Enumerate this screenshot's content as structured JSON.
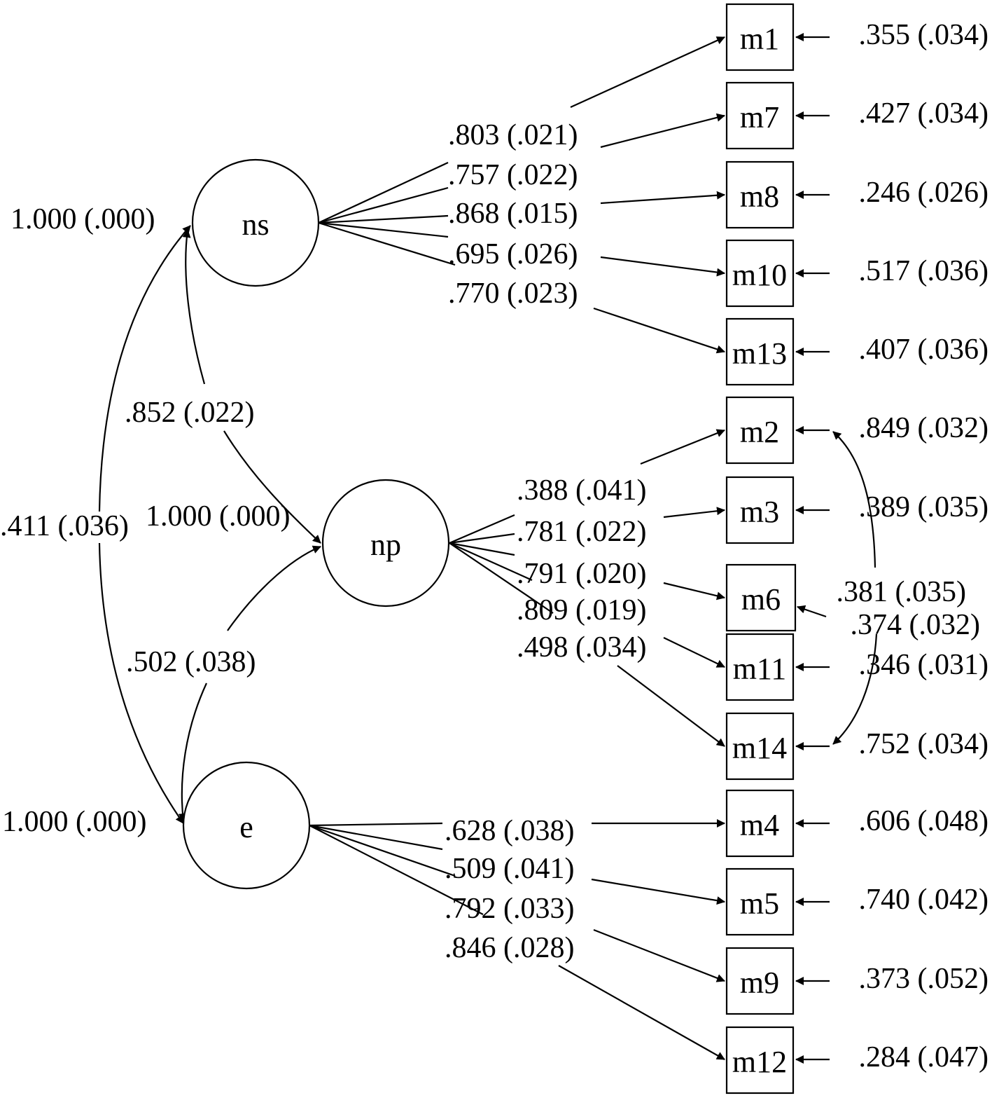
{
  "latent": {
    "ns": {
      "label": "ns",
      "variance": "1.000 (.000)"
    },
    "np": {
      "label": "np",
      "variance": "1.000 (.000)"
    },
    "e": {
      "label": "e",
      "variance": "1.000 (.000)"
    }
  },
  "covariances": {
    "ns_np": ".852 (.022)",
    "ns_e": ".411 (.036)",
    "np_e": ".502 (.038)"
  },
  "indicators": {
    "m1": {
      "label": "m1",
      "residual": ".355 (.034)"
    },
    "m7": {
      "label": "m7",
      "residual": ".427 (.034)"
    },
    "m8": {
      "label": "m8",
      "residual": ".246 (.026)"
    },
    "m10": {
      "label": "m10",
      "residual": ".517 (.036)"
    },
    "m13": {
      "label": "m13",
      "residual": ".407 (.036)"
    },
    "m2": {
      "label": "m2",
      "residual": ".849 (.032)"
    },
    "m3": {
      "label": "m3",
      "residual": ".389 (.035)"
    },
    "m6": {
      "label": "m6",
      "residual": ".381 (.035)"
    },
    "m11": {
      "label": "m11",
      "residual": ".346 (.031)"
    },
    "m14": {
      "label": "m14",
      "residual": ".752 (.034)"
    },
    "m4": {
      "label": "m4",
      "residual": ".606 (.048)"
    },
    "m5": {
      "label": "m5",
      "residual": ".740 (.042)"
    },
    "m9": {
      "label": "m9",
      "residual": ".373 (.052)"
    },
    "m12": {
      "label": "m12",
      "residual": ".284 (.047)"
    }
  },
  "loadings": {
    "ns_m1": ".803 (.021)",
    "ns_m7": ".757 (.022)",
    "ns_m8": ".868 (.015)",
    "ns_m10": ".695 (.026)",
    "ns_m13": ".770 (.023)",
    "np_m2": ".388 (.041)",
    "np_m3": ".781 (.022)",
    "np_m6": ".791 (.020)",
    "np_m11": ".809 (.019)",
    "np_m14": ".498 (.034)",
    "e_m4": ".628 (.038)",
    "e_m5": ".509 (.041)",
    "e_m9": ".792 (.033)",
    "e_m12": ".846 (.028)"
  },
  "residual_covariances": {
    "m2_m14": ".374 (.032)"
  }
}
